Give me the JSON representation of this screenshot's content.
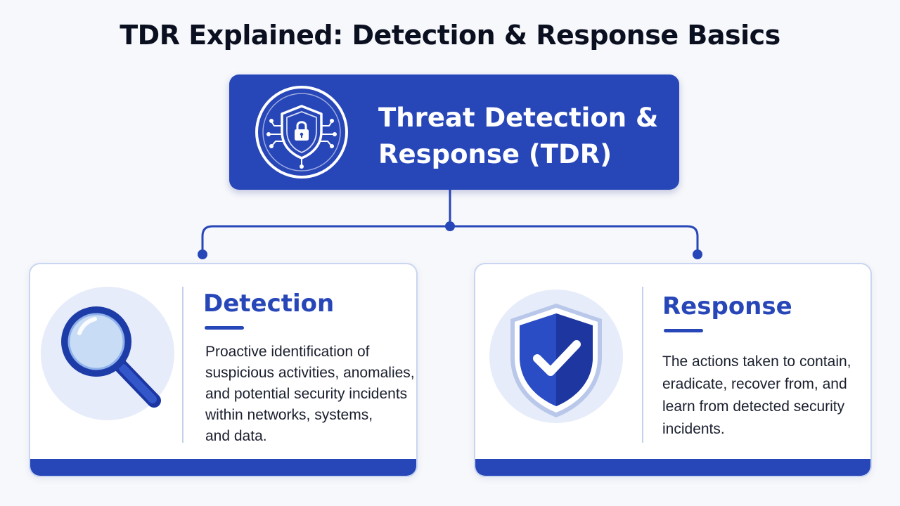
{
  "title": "TDR Explained: Detection & Response Basics",
  "main_node": {
    "line1": "Threat Detection &",
    "line2": "Response (TDR)",
    "icon": "shield-lock-icon"
  },
  "cards": [
    {
      "heading": "Detection",
      "icon": "magnifying-glass-icon",
      "lines": [
        "Proactive identification of",
        "suspicious activities, anomalies,",
        "and potential security incidents",
        "within networks, systems,",
        "and data."
      ]
    },
    {
      "heading": "Response",
      "icon": "shield-check-icon",
      "lines": [
        "The actions taken to contain,",
        "eradicate, recover from, and",
        "learn from detected security",
        "incidents."
      ]
    }
  ],
  "colors": {
    "primary": "#2746b8",
    "card_border": "#c9d6f1",
    "icon_bg": "#e6ecf9",
    "background": "#f7f8fb"
  }
}
